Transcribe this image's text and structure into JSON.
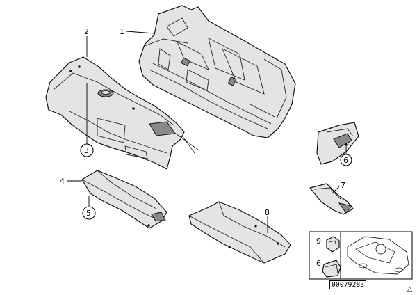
{
  "diagram": {
    "parts": [
      {
        "number": "1",
        "icon": "bulkhead-insulation-panel-icon"
      },
      {
        "number": "2",
        "icon": "floor-tunnel-insulation-icon"
      },
      {
        "number": "3",
        "icon": "clip-circle-icon"
      },
      {
        "number": "4",
        "icon": "tray-insulation-icon"
      },
      {
        "number": "5",
        "icon": "clip-circle-icon"
      },
      {
        "number": "6",
        "icon": "clip-circle-icon"
      },
      {
        "number": "7",
        "icon": "bracket-pad-icon"
      },
      {
        "number": "8",
        "icon": "trunk-floor-insulation-icon"
      },
      {
        "number": "9",
        "icon": "push-clip-icon"
      },
      {
        "number": "6",
        "icon": "clip-circle-icon"
      }
    ],
    "reference_id": "00079283",
    "warning_glyph": "△"
  }
}
